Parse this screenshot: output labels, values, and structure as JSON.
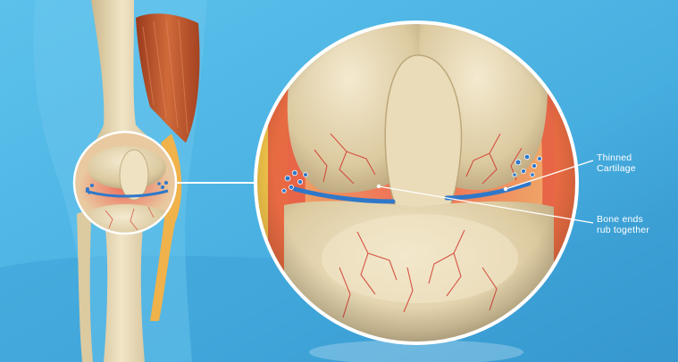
{
  "colors": {
    "background": "#4fb3e0",
    "bone": "#e7d8b3",
    "bone_shadow": "#b9a47c",
    "muscle": "#b5502a",
    "inflammation": "#e23b3b",
    "cartilage": "#2f78c9",
    "pointer": "#ffffff"
  },
  "annotations": {
    "thinned_cartilage": {
      "line1": "Thinned",
      "line2": "Cartilage"
    },
    "bone_ends": {
      "line1": "Bone ends",
      "line2": "rub together"
    }
  }
}
